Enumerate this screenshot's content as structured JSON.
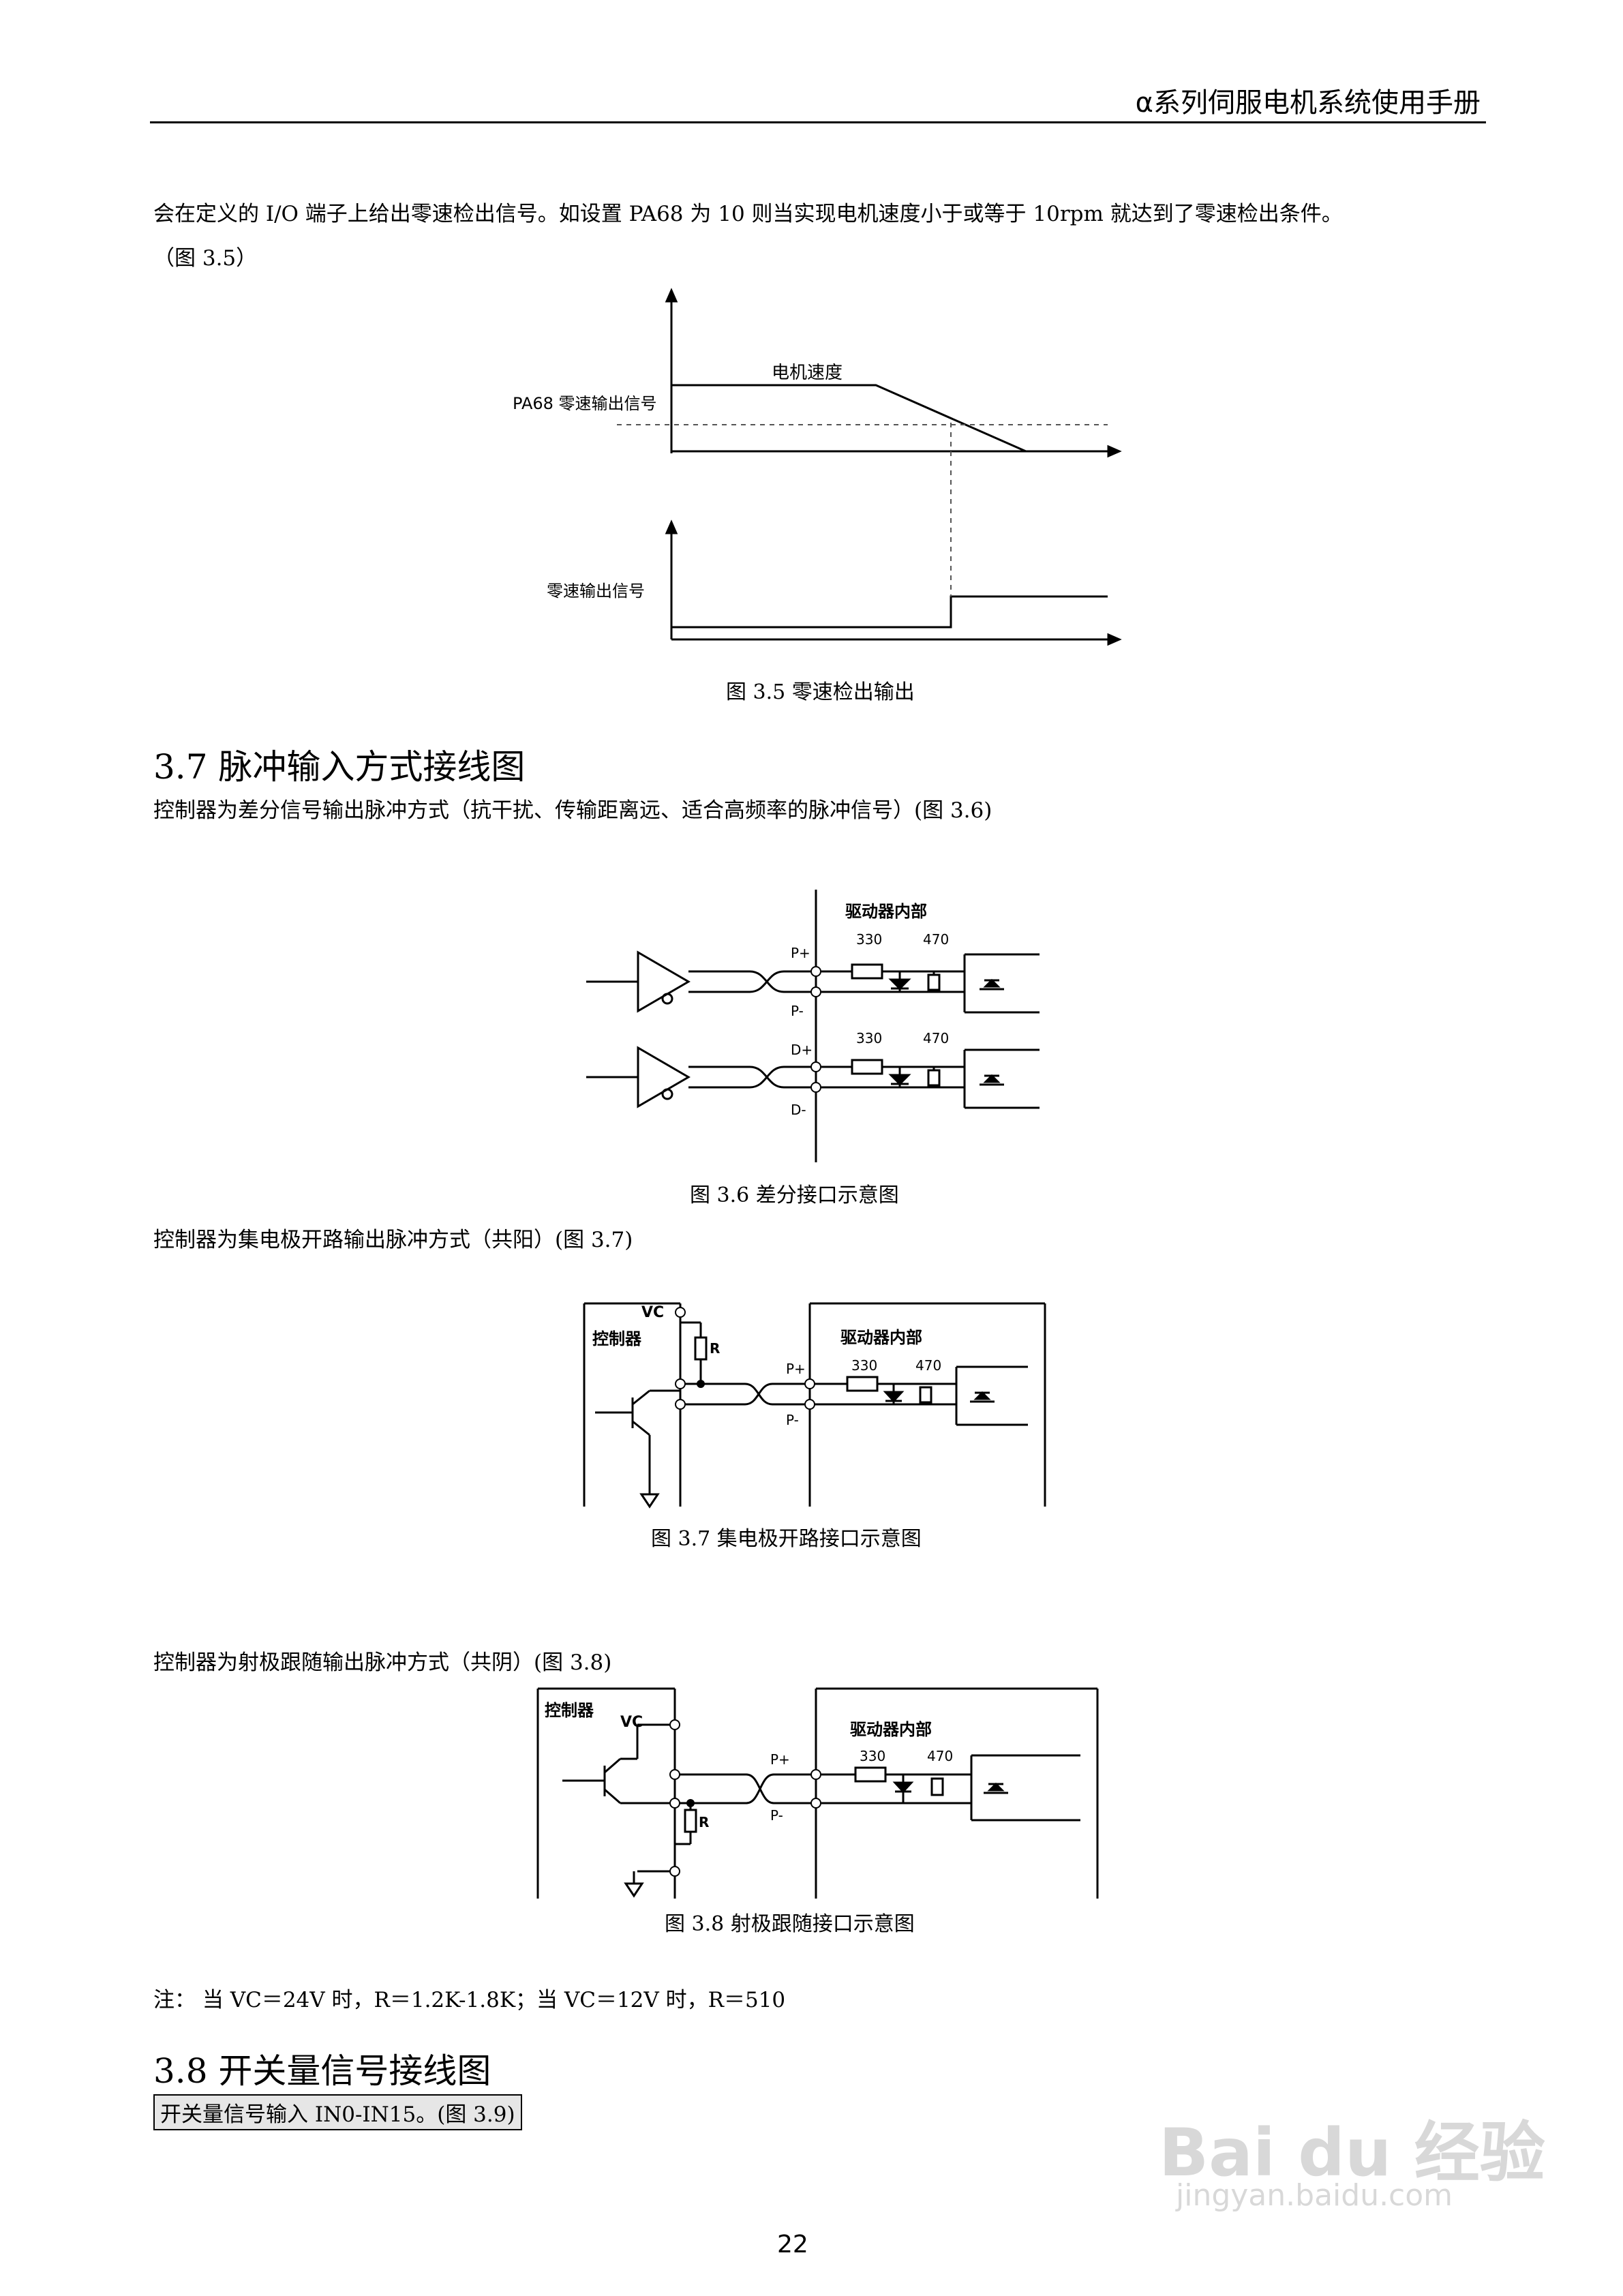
{
  "header": {
    "title": "α系列伺服电机系统使用手册"
  },
  "intro": {
    "line1": "会在定义的 I/O 端子上给出零速检出信号。如设置 PA68 为 10 则当实现电机速度小于或等于 10rpm 就达到了零速检出条件。",
    "line2": "（图 3.5）"
  },
  "fig35": {
    "motor_speed_label": "电机速度",
    "pa68_label": "PA68 零速输出信号",
    "zero_signal_label": "零速输出信号",
    "caption": "图 3.5  零速检出输出"
  },
  "sec37": {
    "title": "3.7 脉冲输入方式接线图",
    "desc1": "控制器为差分信号输出脉冲方式（抗干扰、传输距离远、适合高频率的脉冲信号）(图 3.6)",
    "desc2": "控制器为集电极开路输出脉冲方式（共阳）(图 3.7)",
    "desc3": "控制器为射极跟随输出脉冲方式（共阴）(图 3.8)"
  },
  "fig36": {
    "driver_internal": "驱动器内部",
    "r1": "330",
    "r2": "470",
    "p_plus": "P+",
    "p_minus": "P-",
    "d_plus": "D+",
    "d_minus": "D-",
    "caption": "图 3.6  差分接口示意图"
  },
  "fig37": {
    "vc": "VC",
    "controller": "控制器",
    "r": "R",
    "driver_internal": "驱动器内部",
    "r1": "330",
    "r2": "470",
    "p_plus": "P+",
    "p_minus": "P-",
    "caption": "图 3.7  集电极开路接口示意图"
  },
  "fig38": {
    "controller": "控制器",
    "vc": "VC",
    "r": "R",
    "driver_internal": "驱动器内部",
    "r1": "330",
    "r2": "470",
    "p_plus": "P+",
    "p_minus": "P-",
    "caption": "图 3.8  射极跟随接口示意图"
  },
  "note": {
    "text": "注：  当 VC＝24V 时，R＝1.2K-1.8K；当 VC＝12V 时，R＝510"
  },
  "sec38": {
    "title": "3.8 开关量信号接线图",
    "desc": "开关量信号输入 IN0-IN15。(图 3.9)"
  },
  "page": {
    "number": "22"
  },
  "watermark": {
    "brand": "Bai du 经验",
    "url": "jingyan.baidu.com"
  }
}
